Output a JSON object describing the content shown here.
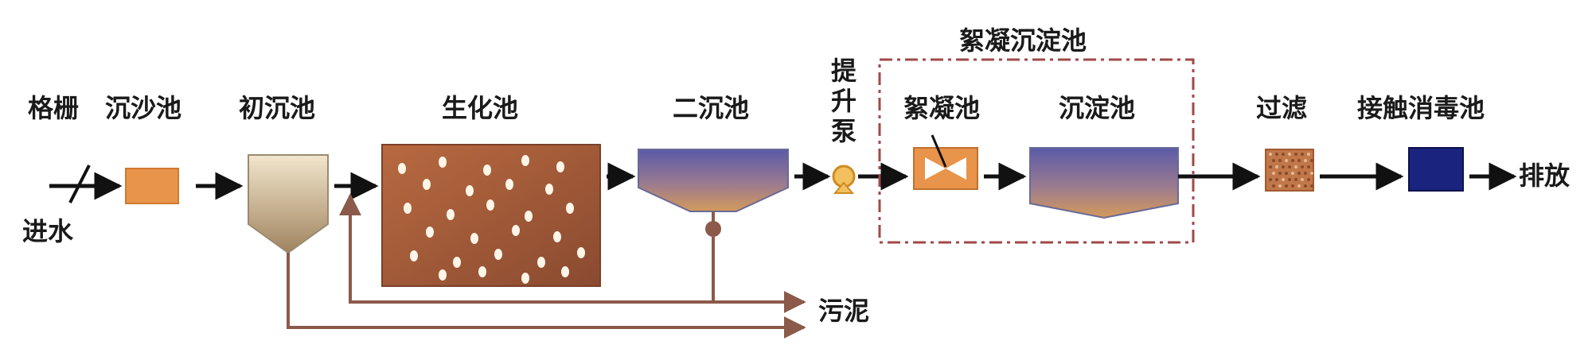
{
  "diagram": {
    "stages": {
      "grille": "格栅",
      "grit_chamber": "沉沙池",
      "primary_settling": "初沉池",
      "biochemical_tank": "生化池",
      "secondary_settling": "二沉池",
      "lift_pump": "提升泵",
      "flocculation_tank": "絮凝池",
      "sedimentation_tank": "沉淀池",
      "filtration": "过滤",
      "contact_disinfection": "接触消毒池"
    },
    "group_label": "絮凝沉淀池",
    "inlet_label": "进水",
    "outlet_label": "排放",
    "sludge_label": "污泥",
    "colors": {
      "arrow": "#111111",
      "sludge_line": "#8b5a4a",
      "grit_box": "#e8944a",
      "biochem_fill": "#a8603a",
      "settling_top": "#5a5aa8",
      "settling_bottom": "#c99060",
      "disinfection": "#1a237e",
      "filter": "#c0784a",
      "dash_border": "#a04848"
    }
  }
}
